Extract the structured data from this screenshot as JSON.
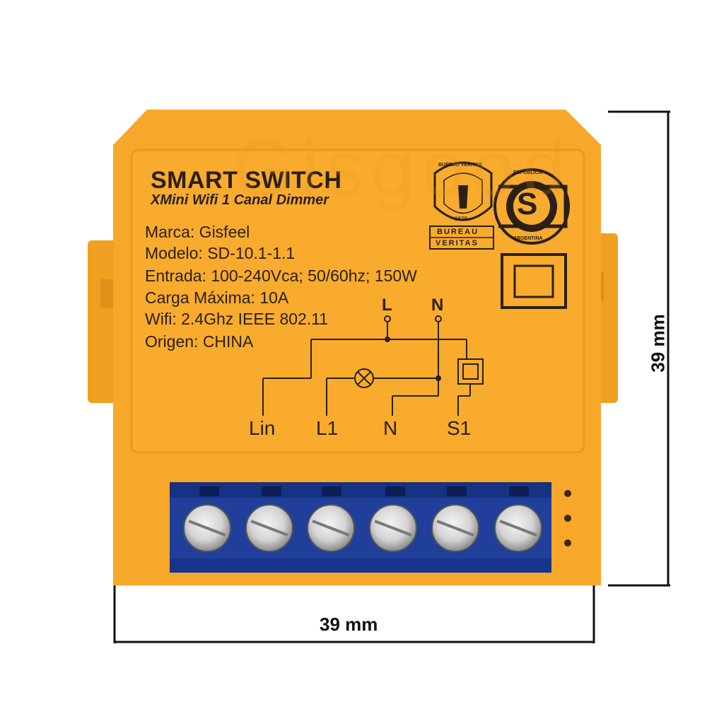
{
  "product": {
    "title": "SMART SWITCH",
    "subtitle": "XMini Wifi 1 Canal Dimmer",
    "specs": [
      "Marca: Gisfeel",
      "Modelo: SD-10.1-1.1",
      "Entrada: 100-240Vca; 50/60hz; 150W",
      "Carga Máxima: 10A",
      "Wifi: 2.4Ghz IEEE 802.11",
      "Origen: CHINA"
    ]
  },
  "certifications": {
    "bureau_veritas": {
      "top": "BUREAU VERITAS",
      "year": "1828",
      "label_1": "BUREAU",
      "label_2": "VERITAS"
    },
    "s_mark": {
      "letter": "S",
      "top": "REPÚBLICA",
      "bottom": "ARGENTINA"
    }
  },
  "wiring": {
    "top_labels": [
      "L",
      "N"
    ],
    "terminals": [
      "Lin",
      "L1",
      "N",
      "S1"
    ]
  },
  "dimensions": {
    "width": "39 mm",
    "height": "39 mm"
  },
  "watermark": "Gisgood",
  "colors": {
    "housing": "#f7a82a",
    "terminal_block": "#1f3f9a",
    "text": "#2a2018"
  }
}
